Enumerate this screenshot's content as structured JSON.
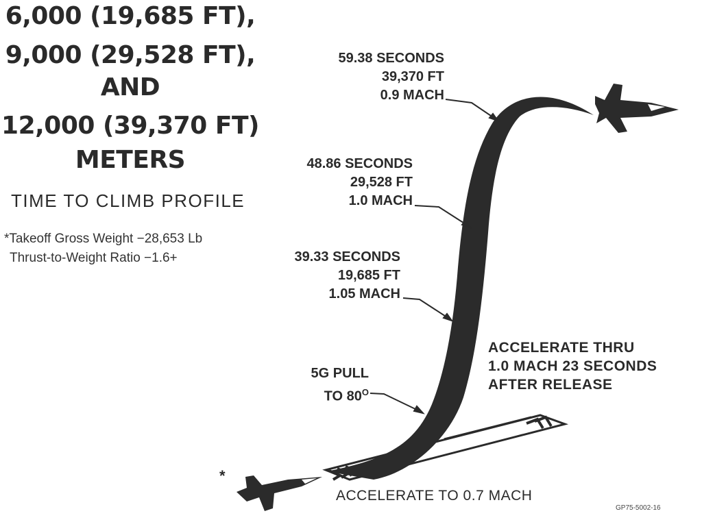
{
  "title_lines": [
    "6,000 (19,685 FT),",
    "9,000 (29,528 FT),",
    "AND",
    "12,000 (39,370 FT)",
    "METERS"
  ],
  "subtitle": "TIME TO CLIMB PROFILE",
  "notes": {
    "line1": "*Takeoff Gross Weight −28,653 Lb",
    "line2": "Thrust-to-Weight Ratio −1.6+"
  },
  "checkpoints": [
    {
      "time": "59.38 SECONDS",
      "altitude": "39,370 FT",
      "speed": "0.9 MACH"
    },
    {
      "time": "48.86 SECONDS",
      "altitude": "29,528 FT",
      "speed": "1.0 MACH"
    },
    {
      "time": "39.33 SECONDS",
      "altitude": "19,685 FT",
      "speed": "1.05 MACH"
    }
  ],
  "pull": {
    "line1": "5G PULL",
    "line2": "TO 80",
    "degree": "O"
  },
  "accelerate_note": {
    "line1": "ACCELERATE THRU",
    "line2": "1.0 MACH 23 SECONDS",
    "line3": "AFTER RELEASE"
  },
  "bottom_label": "ACCELERATE TO 0.7 MACH",
  "asterisk": "*",
  "figure_code": "GP75-5002-16",
  "colors": {
    "ink": "#2a2a2a",
    "background": "#ffffff"
  },
  "icons": [
    "aircraft-top-icon",
    "aircraft-bottom-icon",
    "runway-chevrons-icon"
  ]
}
